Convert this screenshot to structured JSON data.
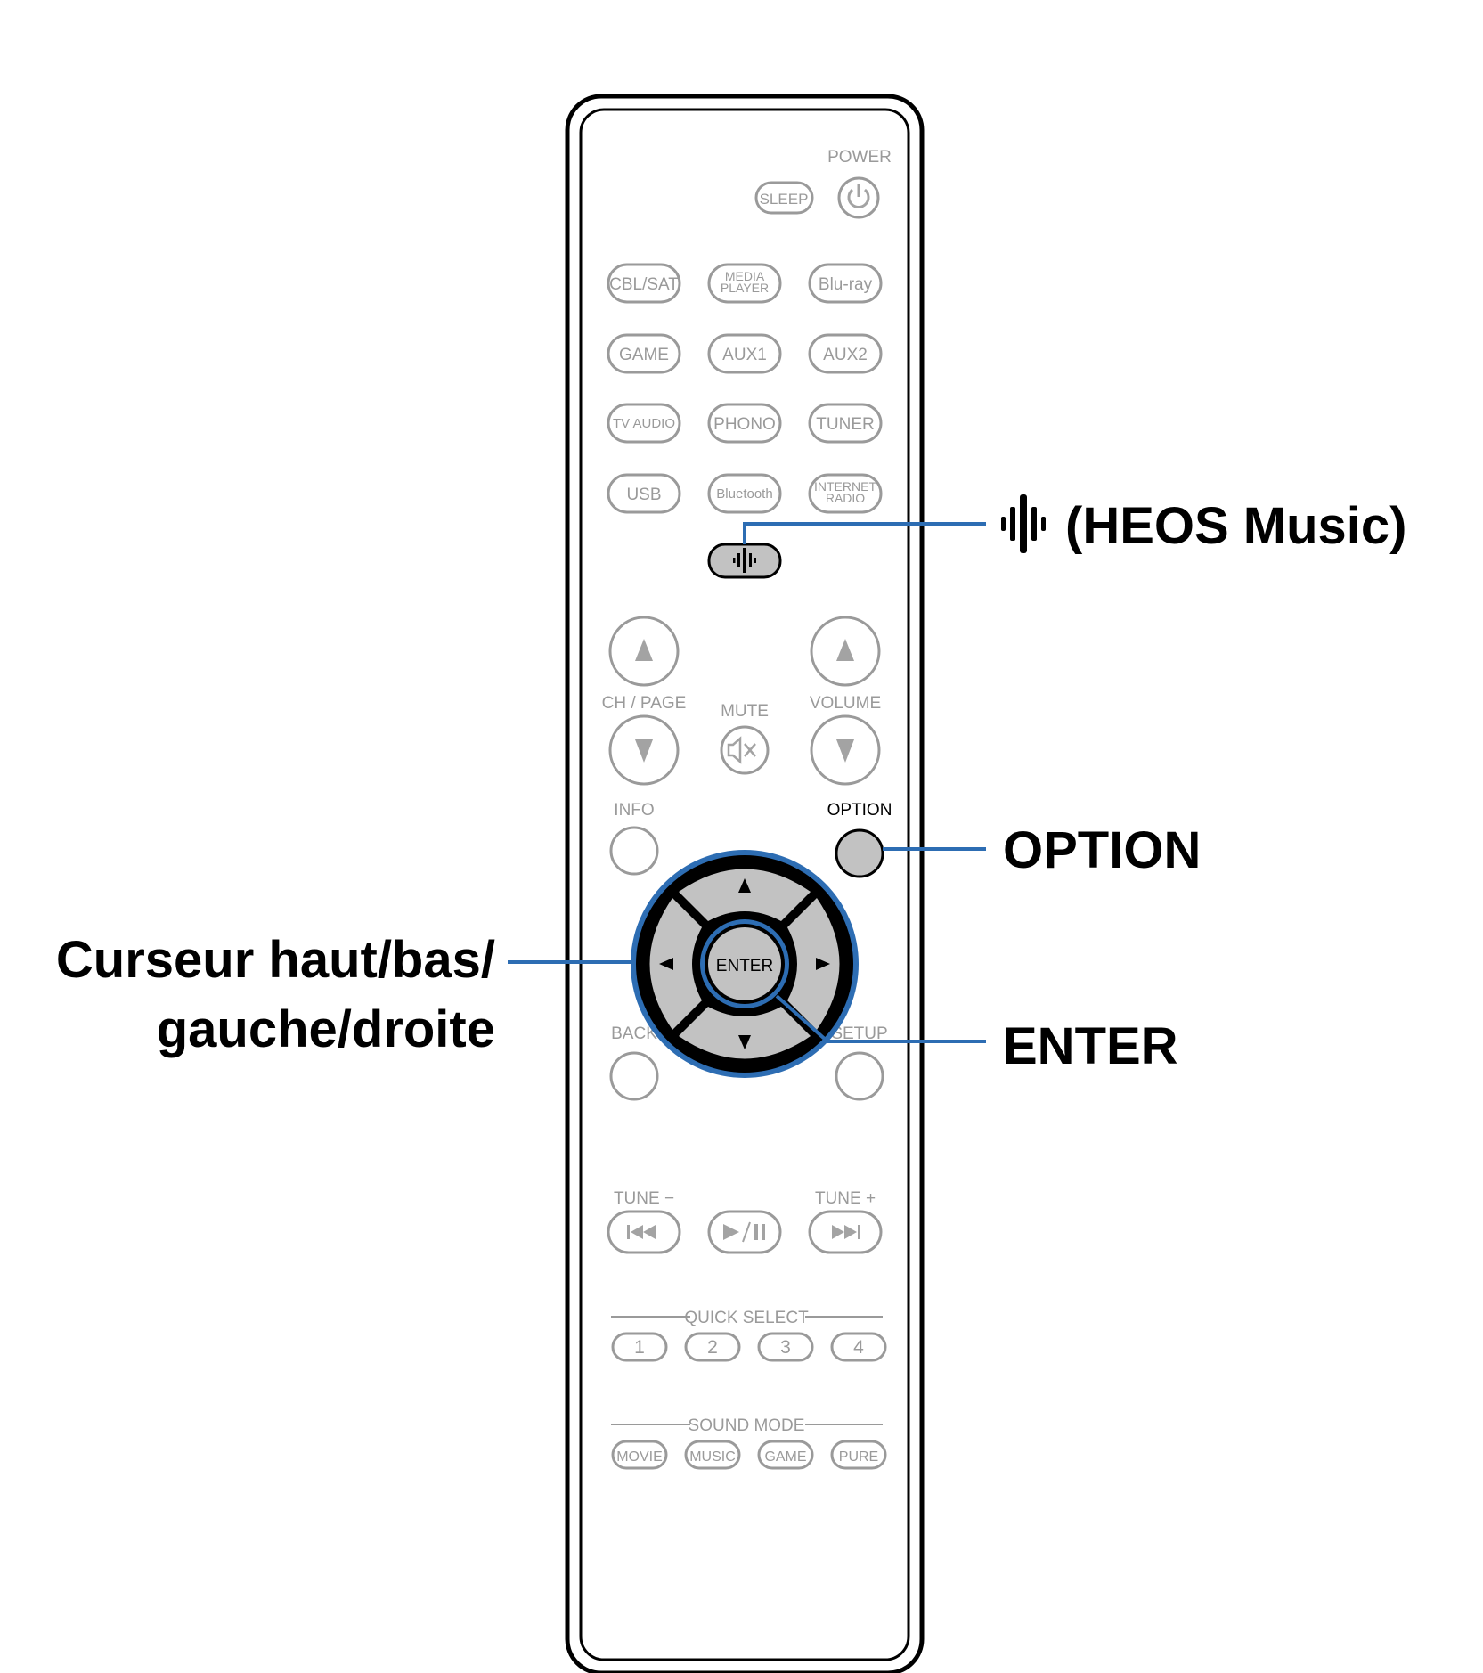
{
  "remote": {
    "top_labels": {
      "power": "POWER",
      "sleep": "SLEEP"
    },
    "source_buttons": [
      [
        "CBL/SAT",
        "MEDIA\nPLAYER",
        "Blu-ray"
      ],
      [
        "GAME",
        "AUX1",
        "AUX2"
      ],
      [
        "TV AUDIO",
        "PHONO",
        "TUNER"
      ],
      [
        "USB",
        "Bluetooth",
        "INTERNET\nRADIO"
      ]
    ],
    "control_labels": {
      "ch_page": "CH / PAGE",
      "mute": "MUTE",
      "volume": "VOLUME",
      "info": "INFO",
      "option": "OPTION",
      "back": "BACK",
      "setup": "SETUP",
      "enter": "ENTER",
      "tune_minus": "TUNE −",
      "tune_plus": "TUNE +"
    },
    "quick_select": {
      "title": "QUICK SELECT",
      "buttons": [
        "1",
        "2",
        "3",
        "4"
      ]
    },
    "sound_mode": {
      "title": "SOUND MODE",
      "buttons": [
        "MOVIE",
        "MUSIC",
        "GAME",
        "PURE"
      ]
    }
  },
  "callouts": {
    "heos": "(HEOS Music)",
    "option": "OPTION",
    "enter": "ENTER",
    "cursor_line1": "Curseur haut/bas/",
    "cursor_line2": "gauche/droite"
  },
  "colors": {
    "callout_line": "#2d6db3",
    "highlight_button": "#c2c2c2",
    "inactive_outline": "#9a9a9a"
  },
  "icons": {
    "heos": "heos-icon",
    "power": "power-icon",
    "mute": "mute-icon"
  }
}
